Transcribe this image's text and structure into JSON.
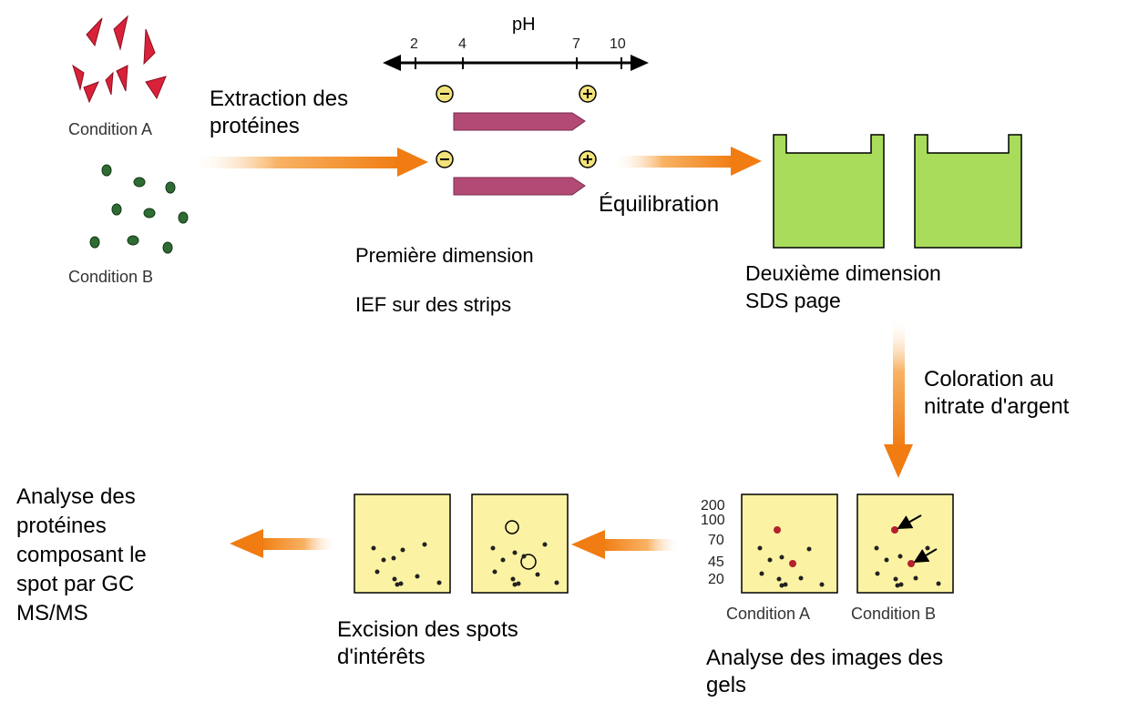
{
  "ph_axis": {
    "label": "pH",
    "ticks": [
      "2",
      "4",
      "7",
      "10"
    ]
  },
  "conditions": {
    "a": "Condition A",
    "b": "Condition B"
  },
  "steps": {
    "extraction": "Extraction des\nprotéines",
    "first_dim_title": "Première dimension",
    "first_dim_sub": "IEF sur des strips",
    "equilibration": "Équilibration",
    "second_dim": "Deuxième dimension\nSDS page",
    "coloration": "Coloration au\nnitrate d'argent",
    "analysis_images": "Analyse des images des\ngels",
    "excision": "Excision des spots\nd'intérêts",
    "protein_analysis": "Analyse des\nprotéines\ncomposant le\nspot par GC\nMS/MS"
  },
  "strip_symbols": {
    "minus": "−",
    "plus": "+"
  },
  "mw_markers": [
    "200",
    "100",
    "70",
    "45",
    "20"
  ],
  "gel_labels": {
    "a": "Condition A",
    "b": "Condition B"
  },
  "colors": {
    "arrow": "#f07c12",
    "strip": "#b34a75",
    "gel": "#a8dc5a",
    "gel_image": "#fbf3a3",
    "cell_a": "#d9223a",
    "cell_b": "#2f6b34",
    "electrode": "#f2e27a"
  }
}
